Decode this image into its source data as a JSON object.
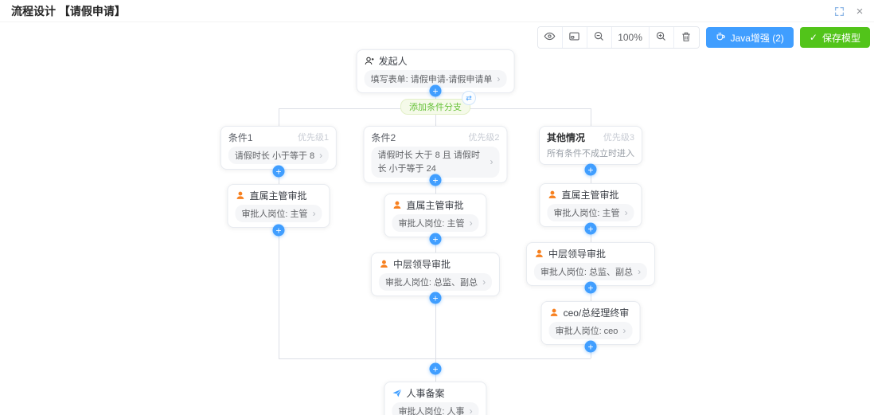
{
  "header": {
    "title": "流程设计 【请假申请】"
  },
  "toolbar": {
    "zoom_level": "100%",
    "java_label": "Java增强 (2)",
    "save_label": "保存模型"
  },
  "flow": {
    "start": {
      "title": "发起人",
      "detail": "填写表单: 请假申请-请假申请单"
    },
    "add_branch_label": "添加条件分支",
    "conditions": [
      {
        "title": "条件1",
        "priority": "优先级1",
        "detail": "请假时长 小于等于 8"
      },
      {
        "title": "条件2",
        "priority": "优先级2",
        "detail": "请假时长 大于 8 且 请假时长 小于等于 24"
      },
      {
        "title": "其他情况",
        "priority": "优先级3",
        "detail": "所有条件不成立时进入"
      }
    ],
    "approvals": {
      "left": [
        {
          "title": "直属主管审批",
          "detail": "审批人岗位: 主管"
        }
      ],
      "center": [
        {
          "title": "直属主管审批",
          "detail": "审批人岗位: 主管"
        },
        {
          "title": "中层领导审批",
          "detail": "审批人岗位: 总监、副总"
        }
      ],
      "right": [
        {
          "title": "直属主管审批",
          "detail": "审批人岗位: 主管"
        },
        {
          "title": "中层领导审批",
          "detail": "审批人岗位: 总监、副总"
        },
        {
          "title": "ceo/总经理终审",
          "detail": "审批人岗位: ceo"
        }
      ]
    },
    "end": {
      "title": "人事备案",
      "detail": "审批人岗位: 人事"
    }
  },
  "colors": {
    "accent_blue": "#409eff",
    "success_green": "#52c41a",
    "branch_green": "#67c23a",
    "approver_orange": "#f7801f",
    "line_gray": "#dcdfe6"
  }
}
